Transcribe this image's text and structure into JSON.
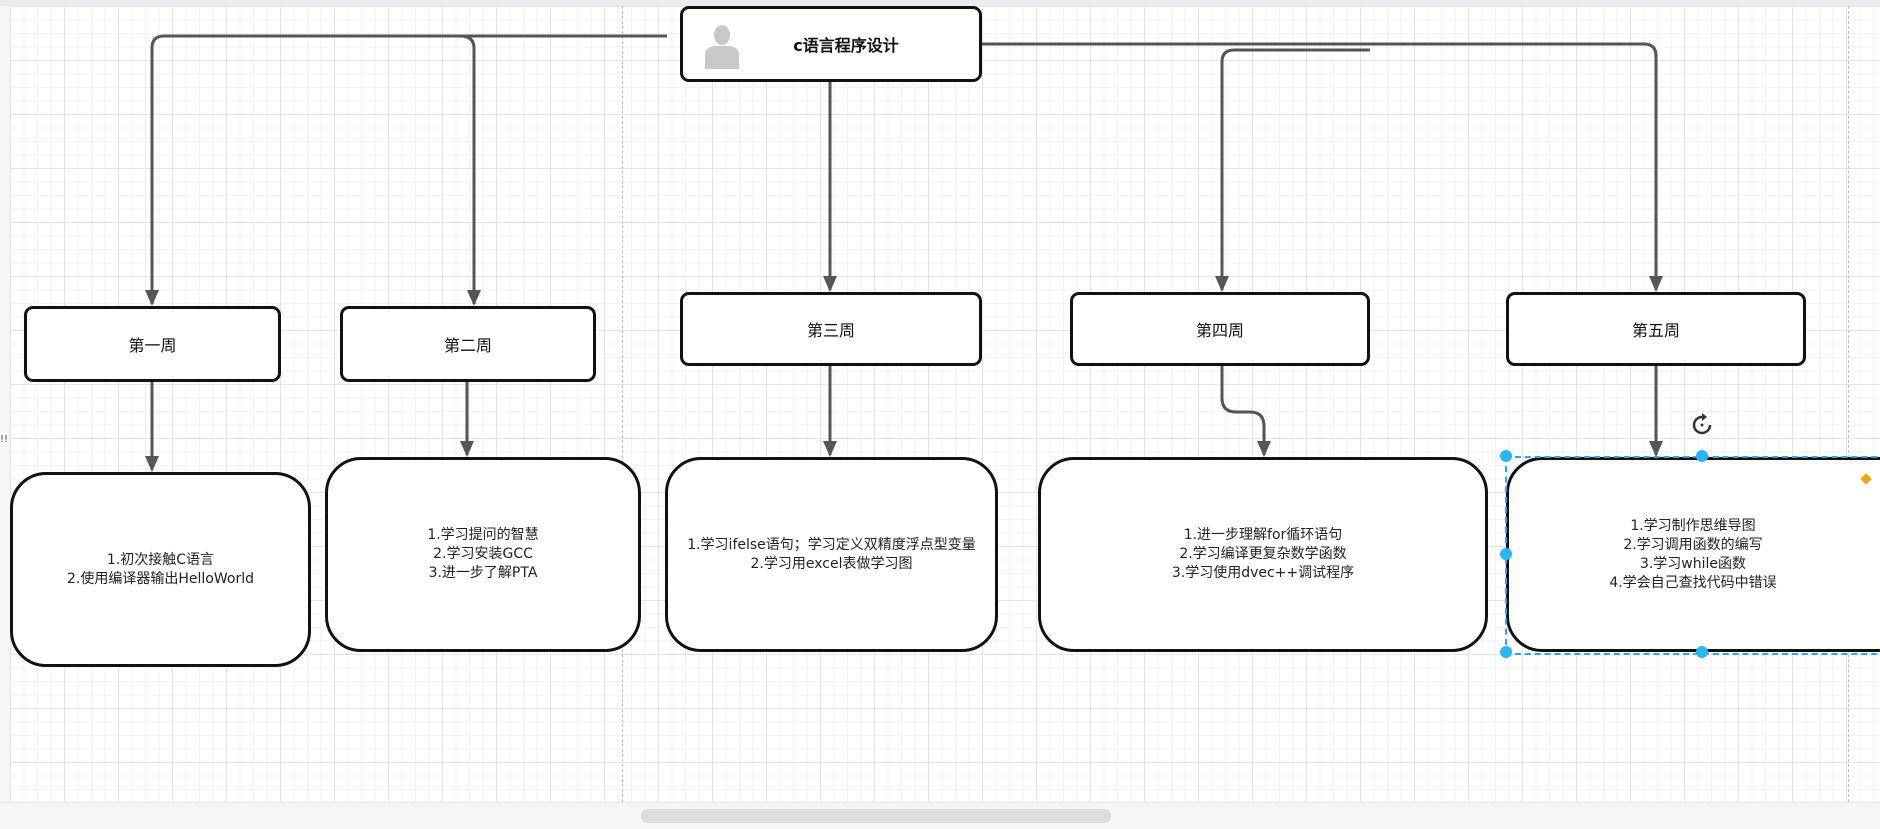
{
  "root": {
    "title": "c语言程序设计",
    "icon": "user-avatar-icon"
  },
  "weeks": [
    {
      "label": "第一周",
      "content": "1.初次接触C语言\n2.使用编译器输出HelloWorld"
    },
    {
      "label": "第二周",
      "content": "1.学习提问的智慧\n2.学习安装GCC\n3.进一步了解PTA"
    },
    {
      "label": "第三周",
      "content": "1.学习ifelse语句；学习定义双精度浮点型变量\n2.学习用excel表做学习图"
    },
    {
      "label": "第四周",
      "content": "1.进一步理解for循环语句\n2.学习编译更复杂数学函数\n3.学习使用dvec++调试程序"
    },
    {
      "label": "第五周",
      "content": "1.学习制作思维导图\n2.学习调用函数的编写\n3.学习while函数\n4.学会自己查找代码中错误"
    }
  ],
  "side_marker": "!!",
  "colors": {
    "stroke": "#111111",
    "connector": "#555555",
    "selection": "#29b6f6",
    "handle_orange": "#f5a300"
  }
}
